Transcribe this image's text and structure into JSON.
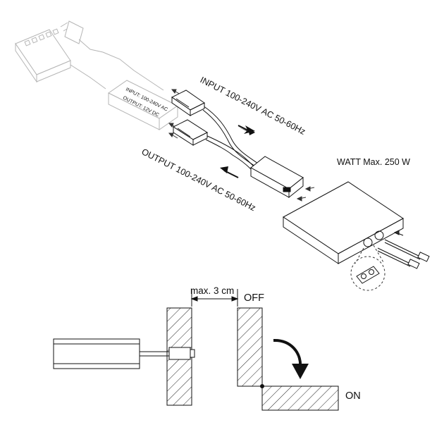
{
  "labels": {
    "input": "INPUT 100-240V AC 50-60Hz",
    "output": "OUTPUT 100-240V AC 50-60Hz",
    "watt": "WATT Max. 250 W",
    "max_gap": "max. 3 cm",
    "off": "OFF",
    "on": "ON",
    "driver_line1": "INPUT: 100-240V AC",
    "driver_line2": "OUTPUT: 12V DC"
  },
  "colors": {
    "line": "#111111",
    "faded": "#b5b5b5",
    "fill": "#ffffff",
    "hatch": "#222222"
  }
}
